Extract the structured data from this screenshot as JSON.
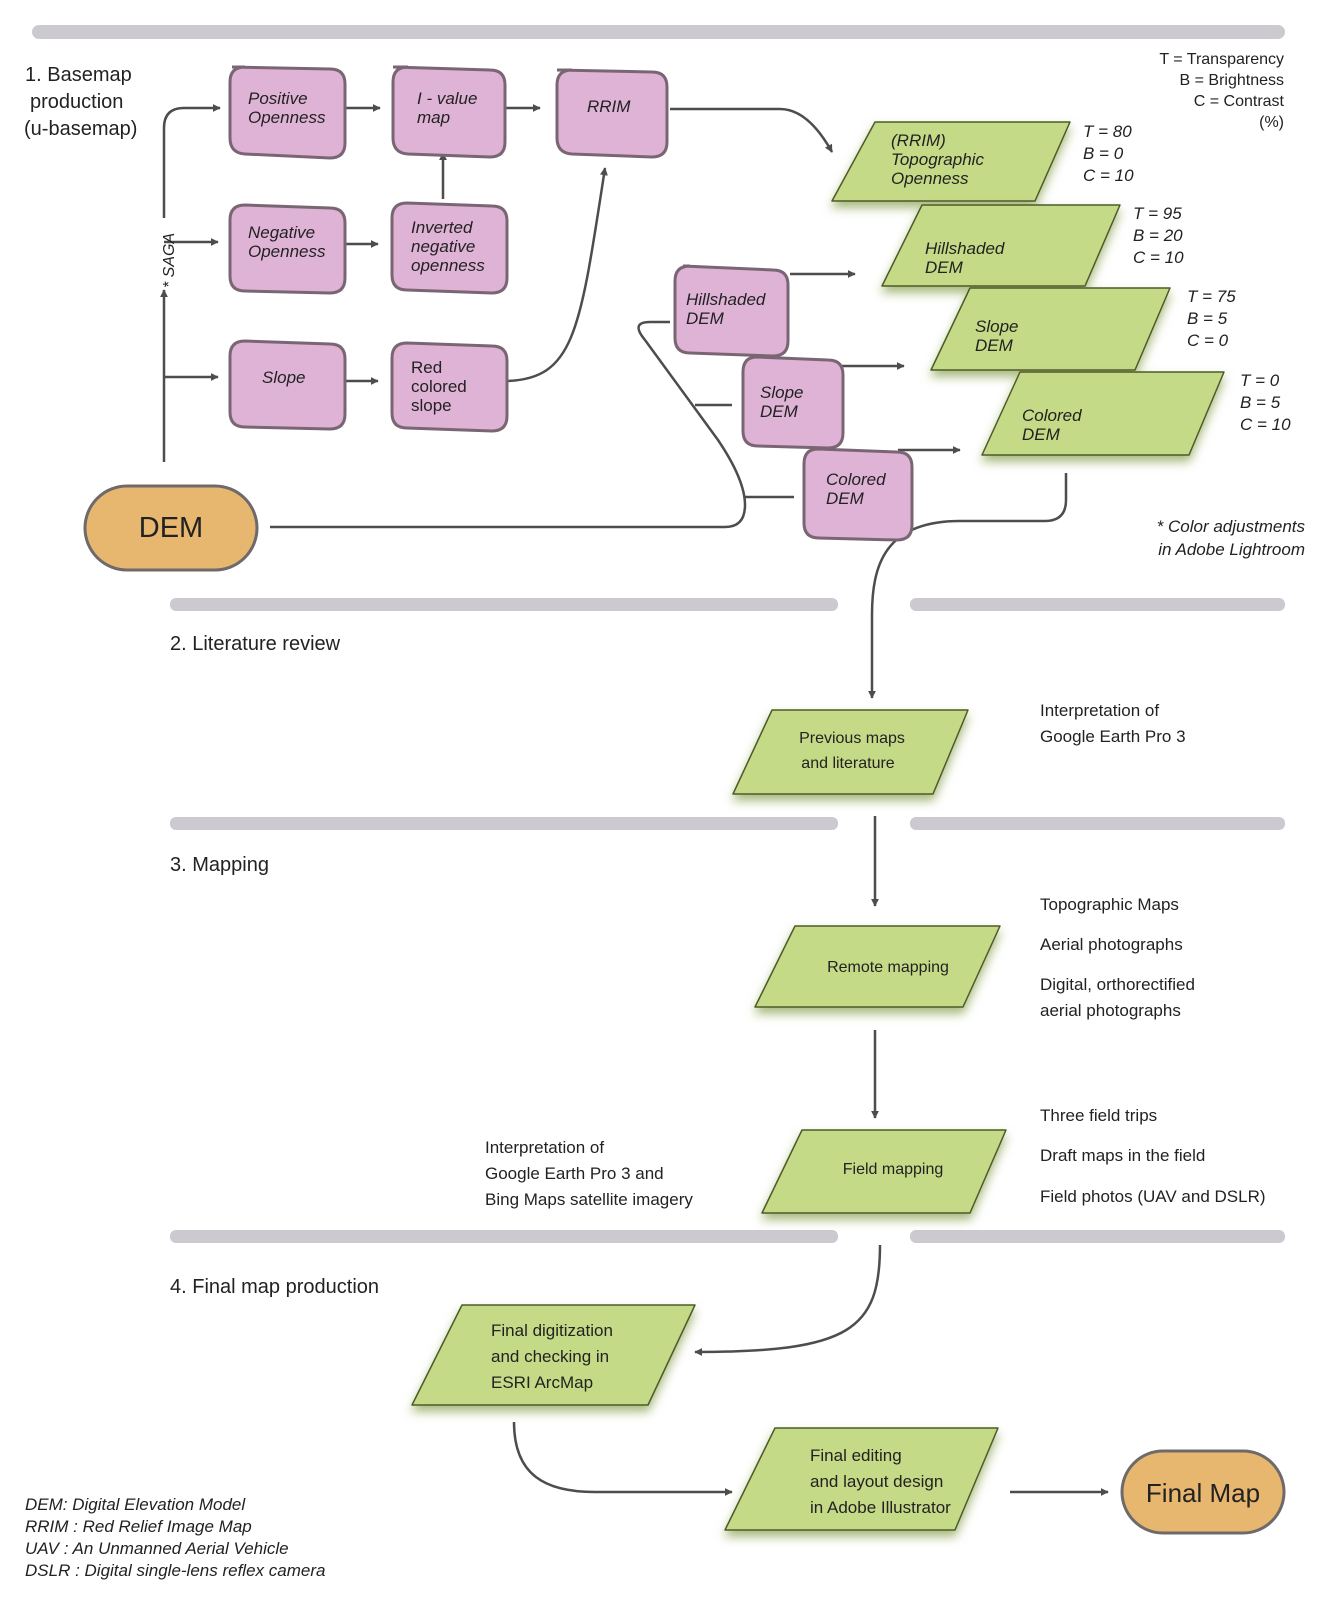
{
  "colors": {
    "pink_fill": "#dfb3d6",
    "pink_stroke": "#7a6673",
    "green_fill": "#c5da86",
    "orange_fill": "#e7b66f",
    "separator": "#cdc9d0",
    "arrow": "#4d4d4d"
  },
  "sections": {
    "basemap": [
      "1. Basemap",
      "production",
      "(u-basemap)"
    ],
    "literature": "2. Literature review",
    "mapping": "3. Mapping",
    "final": "4. Final map production"
  },
  "legend_top": {
    "lines": [
      "T = Transparency",
      "B = Brightness",
      "C = Contrast",
      "(%)"
    ]
  },
  "saga_label": "* SAGA",
  "dem_label": "DEM",
  "final_map_label": "Final Map",
  "pink_nodes": {
    "positive_openness": [
      "Positive",
      "Openness"
    ],
    "i_value_map": [
      "I - value",
      "map"
    ],
    "rrim": [
      "RRIM"
    ],
    "negative_openness": [
      "Negative",
      "Openness"
    ],
    "inverted_negative": [
      "Inverted",
      "negative",
      "openness"
    ],
    "slope": [
      "Slope"
    ],
    "red_colored_slope": [
      "Red",
      "colored",
      "slope"
    ],
    "hillshaded_dem": [
      "Hillshaded",
      "DEM"
    ],
    "slope_dem": [
      "Slope",
      "DEM"
    ],
    "colored_dem": [
      "Colored",
      "DEM"
    ]
  },
  "layers": {
    "rrim_topographic": [
      "(RRIM)",
      "Topographic",
      "Openness"
    ],
    "hillshaded": [
      "Hillshaded",
      "DEM"
    ],
    "slope": [
      "Slope",
      "DEM"
    ],
    "colored": [
      "Colored",
      "DEM"
    ]
  },
  "layer_settings": {
    "rrim_topographic": [
      "T = 80",
      "B = 0",
      "C = 10"
    ],
    "hillshaded": [
      "T = 95",
      "B = 20",
      "C = 10"
    ],
    "slope": [
      "T = 75",
      "B = 5",
      "C = 0"
    ],
    "colored": [
      "T = 0",
      "B = 5",
      "C = 10"
    ]
  },
  "color_adjust_note": [
    "* Color adjustments",
    "in Adobe Lightroom"
  ],
  "process_nodes": {
    "previous_maps": [
      "Previous maps",
      "and literature"
    ],
    "remote_mapping": [
      "Remote mapping"
    ],
    "field_mapping": [
      "Field mapping"
    ],
    "final_digitization": [
      "Final digitization",
      "and checking in",
      "ESRI ArcMap"
    ],
    "final_editing": [
      "Final editing",
      "and layout design",
      "in Adobe Illustrator"
    ]
  },
  "side_notes": {
    "literature_interp": [
      "Interpretation of",
      "Google Earth Pro 3"
    ],
    "remote_sources": [
      "Topographic Maps",
      "Aerial photographs",
      "Digital, orthorectified",
      "aerial photographs"
    ],
    "field_sources": [
      "Three field trips",
      "Draft maps in the field",
      "Field photos (UAV and DSLR)"
    ],
    "field_interp": [
      "Interpretation of",
      "Google Earth Pro 3 and",
      "Bing Maps satellite imagery"
    ]
  },
  "abbreviations": [
    "DEM: Digital Elevation Model",
    "RRIM : Red Relief Image Map",
    "UAV : An Unmanned Aerial Vehicle",
    "DSLR : Digital single-lens reflex camera"
  ]
}
